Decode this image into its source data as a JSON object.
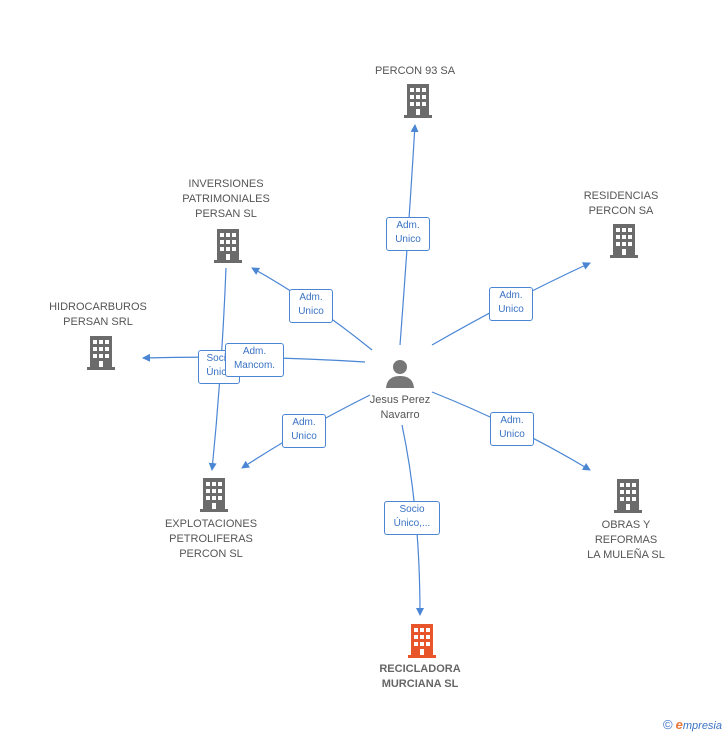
{
  "center": {
    "name": "Jesus Perez\nNavarro"
  },
  "nodes": {
    "percon93": {
      "name": "PERCON 93 SA"
    },
    "residencias": {
      "name": "RESIDENCIAS\nPERCON SA"
    },
    "inversiones": {
      "name": "INVERSIONES\nPATRIMONIALES\nPERSAN SL"
    },
    "hidrocarburos": {
      "name": "HIDROCARBUROS\nPERSAN SRL"
    },
    "explotaciones": {
      "name": "EXPLOTACIONES\nPETROLIFERAS\nPERCON SL"
    },
    "obras": {
      "name": "OBRAS Y\nREFORMAS\nLA MULEÑA SL"
    },
    "recicladora": {
      "name": "RECICLADORA\nMURCIANA SL"
    }
  },
  "edges": {
    "percon93": "Adm.\nUnico",
    "residencias": "Adm.\nUnico",
    "inversiones": "Adm.\nUnico",
    "hidrocarburos_mancom": "Adm.\nMancom.",
    "hidrocarburos_socio": "Socio\nÚnico",
    "explotaciones": "Adm.\nUnico",
    "obras": "Adm.\nUnico",
    "recicladora": "Socio\nÚnico,..."
  },
  "colors": {
    "edge": "#4a86d4",
    "building": "#6b6b6b",
    "highlight": "#e8552a",
    "person": "#777777"
  },
  "footer": {
    "copyright": "©",
    "brand_e": "e",
    "brand_rest": "mpresia"
  }
}
